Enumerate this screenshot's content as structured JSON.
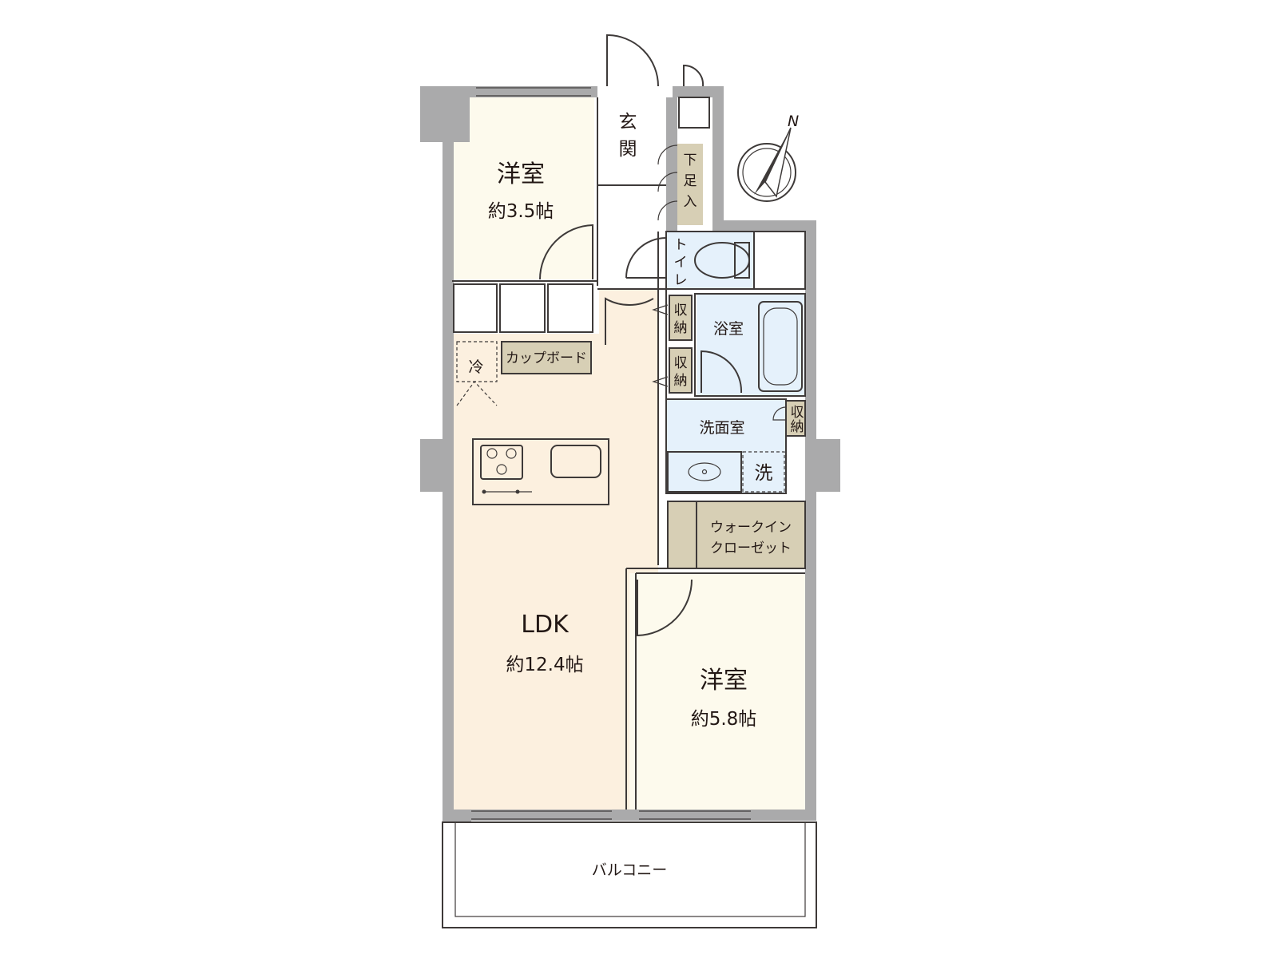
{
  "rooms": {
    "western_room_small": {
      "name": "洋室",
      "area": "約3.5帖"
    },
    "entrance": {
      "name": "玄関"
    },
    "shoe_storage": {
      "name": "下足入"
    },
    "toilet": {
      "name": "トイレ"
    },
    "storage_upper": {
      "name": "収納"
    },
    "storage_lower": {
      "name": "収納"
    },
    "bathroom": {
      "name": "浴室"
    },
    "washroom": {
      "name": "洗面室"
    },
    "washroom_storage": {
      "name": "収納"
    },
    "washing_machine": {
      "name": "洗"
    },
    "fridge": {
      "name": "冷"
    },
    "cupboard": {
      "name": "カップボード"
    },
    "walk_in_closet": {
      "name_line1": "ウォークイン",
      "name_line2": "クローゼット"
    },
    "ldk": {
      "name": "LDK",
      "area": "約12.4帖"
    },
    "western_room_large": {
      "name": "洋室",
      "area": "約5.8帖"
    },
    "balcony": {
      "name": "バルコニー"
    }
  },
  "compass": {
    "label": "N"
  },
  "colors": {
    "wall": "#aaaaab",
    "bedroom_floor": "#fdfaed",
    "ldk_floor": "#fcf0df",
    "wet_area": "#e5f1fb",
    "storage": "#d7cfb5",
    "background": "#ffffff"
  }
}
